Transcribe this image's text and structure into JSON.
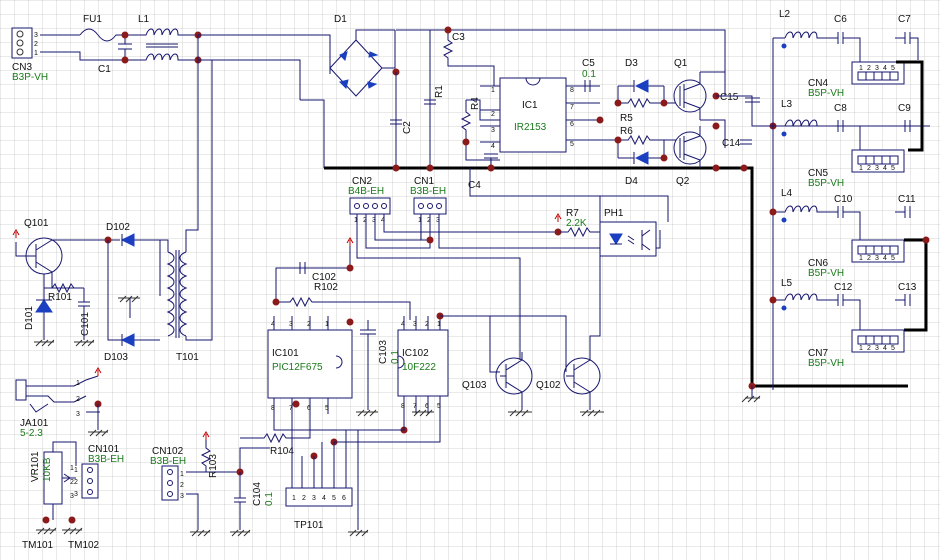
{
  "diagram": {
    "components": [
      {
        "ref": "FU1"
      },
      {
        "ref": "L1"
      },
      {
        "ref": "C1"
      },
      {
        "ref": "D1"
      },
      {
        "ref": "CN3",
        "value": "B3P-VH"
      },
      {
        "ref": "R1"
      },
      {
        "ref": "C3"
      },
      {
        "ref": "R4"
      },
      {
        "ref": "C2"
      },
      {
        "ref": "IC1",
        "value": "IR2153"
      },
      {
        "ref": "C5",
        "value": "0.1"
      },
      {
        "ref": "D3"
      },
      {
        "ref": "Q1"
      },
      {
        "ref": "R5"
      },
      {
        "ref": "R6"
      },
      {
        "ref": "D4"
      },
      {
        "ref": "Q2"
      },
      {
        "ref": "C15"
      },
      {
        "ref": "C14"
      },
      {
        "ref": "C4"
      },
      {
        "ref": "CN2",
        "value": "B4B-EH"
      },
      {
        "ref": "CN1",
        "value": "B3B-EH"
      },
      {
        "ref": "R7",
        "value": "2.2K"
      },
      {
        "ref": "PH1"
      },
      {
        "ref": "L2"
      },
      {
        "ref": "C6"
      },
      {
        "ref": "C7"
      },
      {
        "ref": "CN4",
        "value": "B5P-VH"
      },
      {
        "ref": "L3"
      },
      {
        "ref": "C8"
      },
      {
        "ref": "C9"
      },
      {
        "ref": "CN5",
        "value": "B5P-VH"
      },
      {
        "ref": "L4"
      },
      {
        "ref": "C10"
      },
      {
        "ref": "C11"
      },
      {
        "ref": "CN6",
        "value": "B5P-VH"
      },
      {
        "ref": "L5"
      },
      {
        "ref": "C12"
      },
      {
        "ref": "C13"
      },
      {
        "ref": "CN7",
        "value": "B5P-VH"
      },
      {
        "ref": "Q101"
      },
      {
        "ref": "D102"
      },
      {
        "ref": "R101"
      },
      {
        "ref": "C101"
      },
      {
        "ref": "D101"
      },
      {
        "ref": "D103"
      },
      {
        "ref": "T101"
      },
      {
        "ref": "C102"
      },
      {
        "ref": "R102"
      },
      {
        "ref": "IC101",
        "value": "PIC12F675"
      },
      {
        "ref": "C103",
        "value": "0.1"
      },
      {
        "ref": "IC102",
        "value": "10F222"
      },
      {
        "ref": "Q103"
      },
      {
        "ref": "Q102"
      },
      {
        "ref": "JA101",
        "value": "5-2.3"
      },
      {
        "ref": "VR101",
        "value": "10KB"
      },
      {
        "ref": "CN101",
        "value": "B3B-EH"
      },
      {
        "ref": "CN102",
        "value": "B3B-EH"
      },
      {
        "ref": "R103"
      },
      {
        "ref": "R104"
      },
      {
        "ref": "C104",
        "value": "0.1"
      },
      {
        "ref": "TP101"
      },
      {
        "ref": "TM101"
      },
      {
        "ref": "TM102"
      }
    ],
    "pins": {
      "cn3": [
        "3",
        "2",
        "1"
      ],
      "ic1_left": [
        "1",
        "2",
        "3",
        "4"
      ],
      "ic1_right": [
        "8",
        "7",
        "6",
        "5"
      ],
      "cn2": [
        "1",
        "2",
        "3",
        "4"
      ],
      "cn1": [
        "1",
        "2",
        "3"
      ],
      "cn_out": [
        "1",
        "2",
        "3",
        "4",
        "5"
      ],
      "ic_top": [
        "4",
        "3",
        "2",
        "1"
      ],
      "ic_bot": [
        "8",
        "7",
        "6",
        "5"
      ],
      "ic102_top": [
        "4",
        "3",
        "2",
        "1"
      ],
      "ic102_bot": [
        "8",
        "7",
        "6",
        "5"
      ],
      "ja101": [
        "1",
        "2",
        "3"
      ],
      "cn101": [
        "1",
        "2",
        "3"
      ],
      "cn102": [
        "1",
        "2",
        "3"
      ],
      "tp101": [
        "1",
        "2",
        "3",
        "4",
        "5",
        "6"
      ],
      "vr101": [
        "1",
        "2",
        "3"
      ]
    },
    "colors": {
      "wire": "#16166e",
      "junction": "#8b1a1a",
      "value": "#1a7a1a",
      "diode": "#1a3fc0",
      "supply": "#c00000",
      "bus": "#000000"
    }
  }
}
